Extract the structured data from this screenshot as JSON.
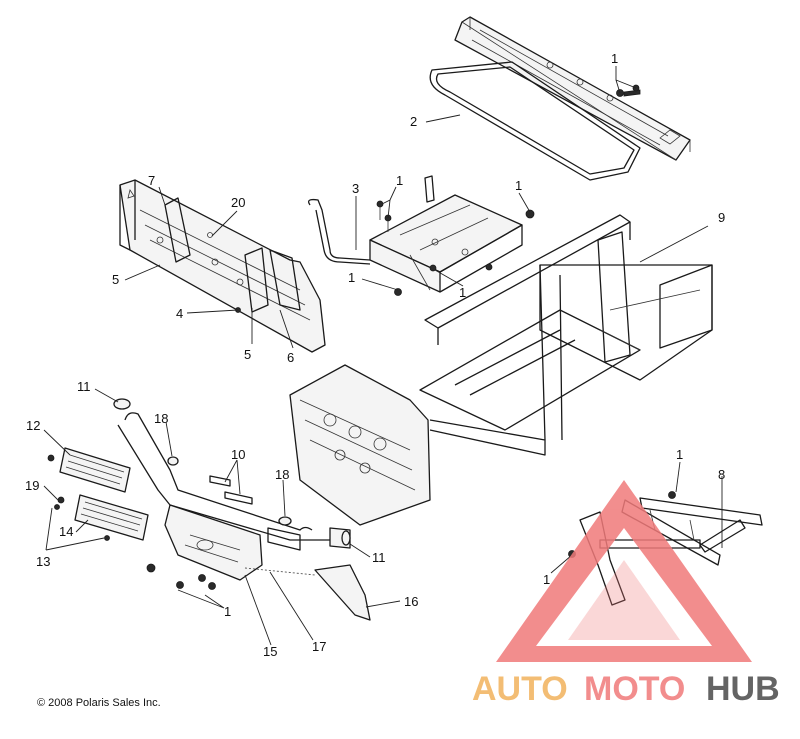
{
  "callouts": {
    "c1_top": "1",
    "c2": "2",
    "c7": "7",
    "c20": "20",
    "c3": "3",
    "c1_mid_a": "1",
    "c1_mid_b": "1",
    "c9": "9",
    "c5_left": "5",
    "c1_mid_c": "1",
    "c4": "4",
    "c5_bottom": "5",
    "c6": "6",
    "c11_top": "11",
    "c12": "12",
    "c18_left": "18",
    "c10": "10",
    "c18_right": "18",
    "c19": "19",
    "c14": "14",
    "c13": "13",
    "c11_bottom": "11",
    "c1_right_top": "1",
    "c8": "8",
    "c1_right_bottom": "1",
    "c16": "16",
    "c1_bottom": "1",
    "c15": "15",
    "c17": "17"
  },
  "copyright": "© 2008 Polaris Sales Inc.",
  "watermark": {
    "word_parts": [
      "AUTO",
      "MOTO",
      "HUB"
    ],
    "colors": {
      "auto": "#f2b25c",
      "moto": "#f07a7a",
      "hub": "#4a4a4a",
      "triangle": "#f07a7a"
    }
  }
}
